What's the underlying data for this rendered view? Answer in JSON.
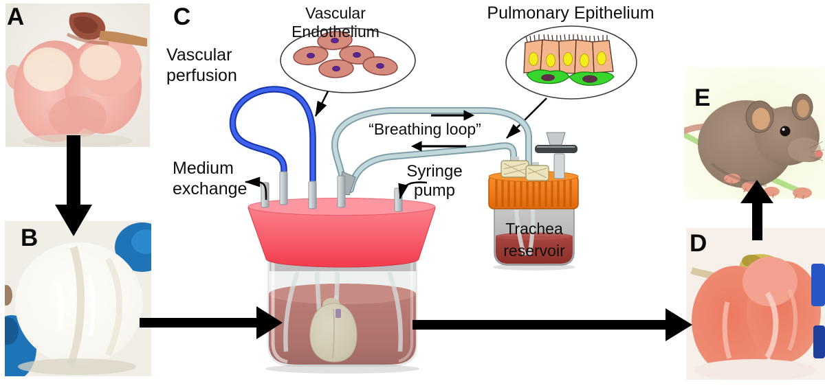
{
  "panels": {
    "a": "A",
    "b": "B",
    "c": "C",
    "d": "D",
    "e": "E"
  },
  "labels": {
    "vascular_endothelium": "Vascular Endothelium",
    "pulmonary_epithelium": "Pulmonary Epithelium",
    "vascular_perfusion": {
      "line1": "Vascular",
      "line2": "perfusion"
    },
    "medium_exchange": {
      "line1": "Medium",
      "line2": "exchange"
    },
    "breathing_loop": "“Breathing loop”",
    "syringe_pump": {
      "line1": "Syringe",
      "line2": "pump"
    },
    "trachea_reservoir": {
      "line1": "Trachea",
      "line2": "reservoir"
    }
  },
  "colors": {
    "perfusion_tube_blue": "#3f63ef",
    "perfusion_tube_edge": "#1733a8",
    "breathing_tube_fill": "#c2d8db",
    "breathing_tube_edge": "#7f9ea6",
    "bioreactor_lid_pink": "#f86470",
    "bioreactor_medium_red": "#a84a40",
    "reservoir_cap_orange": "#ef7917",
    "reservoir_liquid_red": "#9c3a34",
    "endothelial_cell": "#d68b7c",
    "endothelial_nucleus": "#5d2590",
    "epithelial_cell": "#f5b68e",
    "epithelial_nucleus": "#f5ec1e",
    "basal_cell_green": "#38d52c",
    "arrow_black": "#000000"
  }
}
